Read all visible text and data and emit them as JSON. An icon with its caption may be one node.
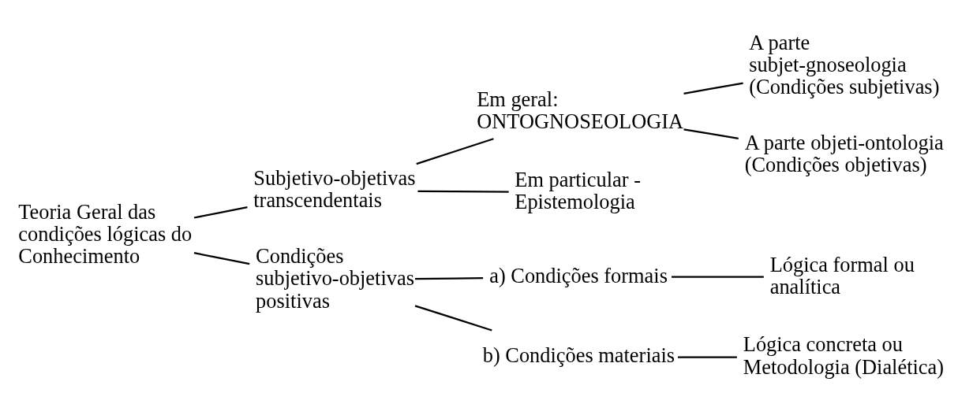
{
  "diagram": {
    "nodes": [
      {
        "text": [
          "Teoria Geral das condições lógicas do Conhecimento"
        ]
      },
      {
        "text": [
          "Subjetivo-objetivas transcendentais"
        ]
      },
      {
        "text": [
          "Em geral: ONTOGNOSEOLOGIA"
        ]
      },
      {
        "text": [
          "A parte subjet-gnoseologia (Condições subjetivas)"
        ]
      },
      {
        "text": [
          "A parte objeti-ontologia (Condições objetivas)"
        ]
      },
      {
        "text": [
          "Em particular - Epistemologia"
        ]
      },
      {
        "text": [
          "Condições subjetivo-objetivas positivas"
        ]
      },
      {
        "text": [
          "a) Condições formais"
        ]
      },
      {
        "text": [
          "Lógica formal ou analítica"
        ]
      },
      {
        "text": [
          "b) Condições materiais"
        ]
      },
      {
        "text": [
          "Lógica concreta ou Metodologia (Dialética)"
        ]
      }
    ],
    "edges": [
      {
        "from": 0,
        "to": 1,
        "arrow": "none"
      },
      {
        "from": 0,
        "to": 6,
        "arrow": "none"
      },
      {
        "from": 1,
        "to": 2,
        "arrow": "none"
      },
      {
        "from": 1,
        "to": 5,
        "arrow": "none"
      },
      {
        "from": 2,
        "to": 3,
        "arrow": "none"
      },
      {
        "from": 2,
        "to": 4,
        "arrow": "none"
      },
      {
        "from": 6,
        "to": 7,
        "arrow": "none"
      },
      {
        "from": 6,
        "to": 9,
        "arrow": "none"
      },
      {
        "from": 7,
        "to": 8,
        "arrow": "none"
      },
      {
        "from": 9,
        "to": 10,
        "arrow": "none"
      }
    ]
  }
}
